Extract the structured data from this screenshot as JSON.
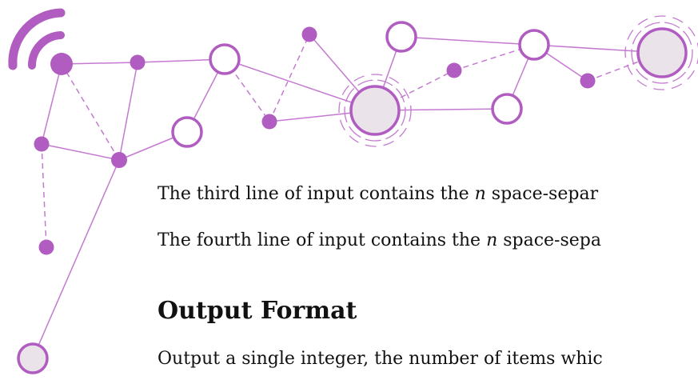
{
  "document": {
    "line_third": {
      "before": "The third line of input contains the ",
      "var": "n",
      "after": " space-separ"
    },
    "line_fourth": {
      "before": "The fourth line of input contains the ",
      "var": "n",
      "after": " space-sepa"
    },
    "heading_output": "Output Format",
    "line_output": "Output a single integer, the number of items whic"
  },
  "colors": {
    "accent": "#b05cc0",
    "node_fill": "#ebe3ea"
  }
}
